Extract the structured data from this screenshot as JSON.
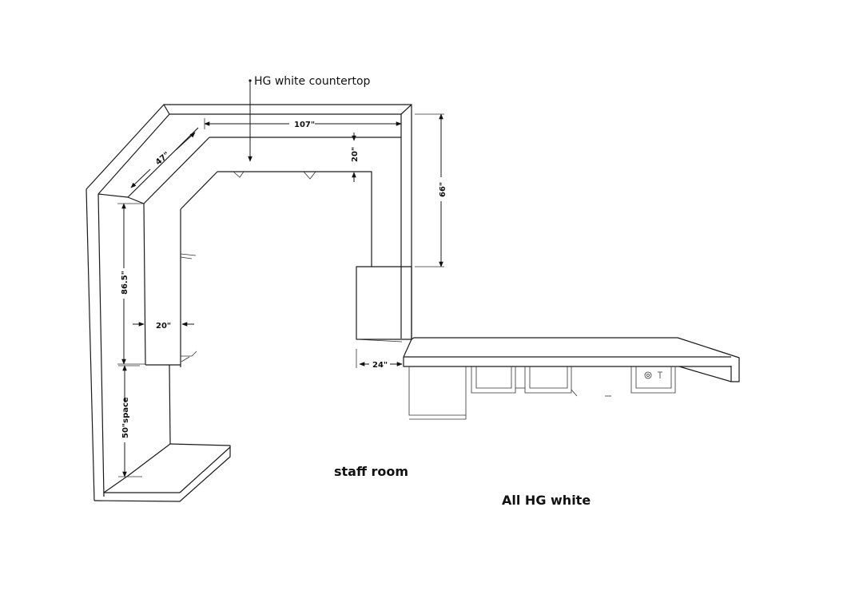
{
  "callout": {
    "label": "HG white countertop"
  },
  "dimensions": {
    "top_run": "107\"",
    "diagonal": "47\"",
    "top_depth": "20\"",
    "right_height": "66\"",
    "left_run": "86.5\"",
    "left_depth": "20\"",
    "space": "50\"space",
    "return_depth": "24\""
  },
  "labels": {
    "room": "staff room",
    "material_note": "All HG white"
  }
}
